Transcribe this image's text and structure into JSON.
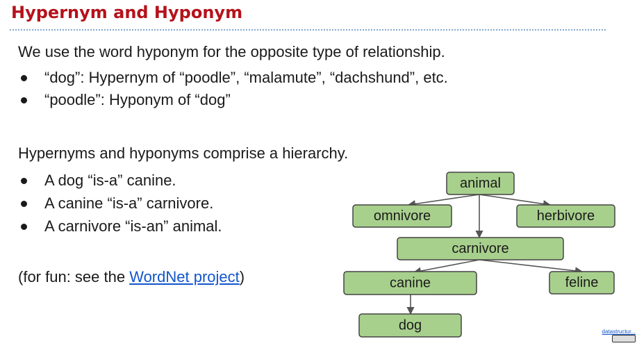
{
  "slide": {
    "title": "Hypernym and Hyponym",
    "intro": "We use the word hyponym for the opposite type of relationship.",
    "bullets1": [
      "“dog”: Hypernym of “poodle”, “malamute”, “dachshund”, etc.",
      "“poodle”: Hyponym of “dog”"
    ],
    "hierarchy_text": "Hypernyms and hyponyms comprise a hierarchy.",
    "bullets2": [
      "A dog “is-a” canine.",
      "A canine “is-a” carnivore.",
      "A carnivore “is-an” animal."
    ],
    "fun_prefix": "(for fun: see the ",
    "fun_link": "WordNet project",
    "fun_suffix": ")",
    "footer_site": "datastructur..."
  },
  "diagram": {
    "nodes": [
      {
        "id": "animal",
        "label": "animal"
      },
      {
        "id": "omnivore",
        "label": "omnivore"
      },
      {
        "id": "herbivore",
        "label": "herbivore"
      },
      {
        "id": "carnivore",
        "label": "carnivore"
      },
      {
        "id": "canine",
        "label": "canine"
      },
      {
        "id": "feline",
        "label": "feline"
      },
      {
        "id": "dog",
        "label": "dog"
      }
    ],
    "edges": [
      {
        "from": "animal",
        "to": "omnivore"
      },
      {
        "from": "animal",
        "to": "herbivore"
      },
      {
        "from": "animal",
        "to": "carnivore"
      },
      {
        "from": "carnivore",
        "to": "canine"
      },
      {
        "from": "carnivore",
        "to": "feline"
      },
      {
        "from": "canine",
        "to": "dog"
      }
    ],
    "node_color": "#a8d08d"
  },
  "colors": {
    "title": "#b5121b",
    "link": "#1155cc",
    "rule": "#7fa7cf"
  }
}
